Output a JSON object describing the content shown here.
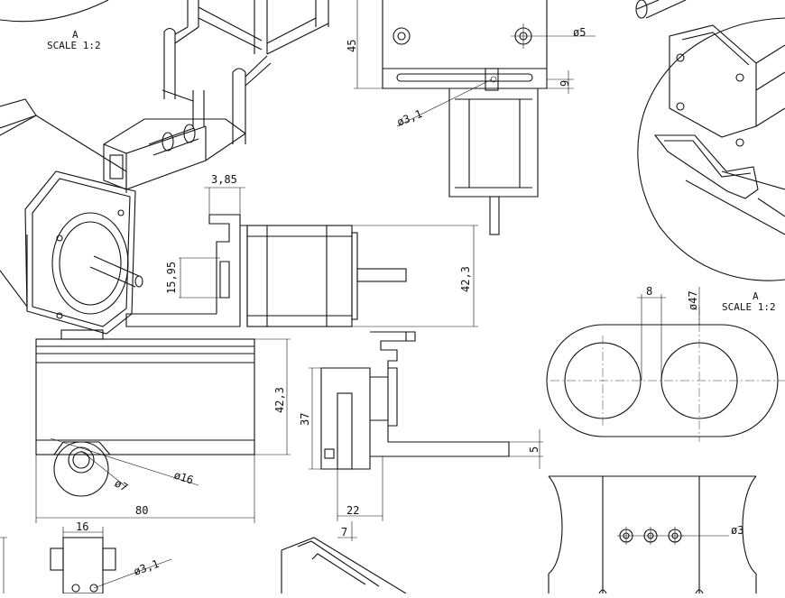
{
  "drawing": {
    "detail_label": "A",
    "detail_scale": "SCALE 1:2",
    "dimensions": {
      "d_45": "45",
      "d_o5": "ø5",
      "d_9": "9",
      "d_o31_top": "ø3,1",
      "d_385": "3,85",
      "d_1595": "15,95",
      "d_423_right": "42,3",
      "d_423_left": "42,3",
      "d_37": "37",
      "d_5": "5",
      "d_22": "22",
      "d_7": "7",
      "d_80": "80",
      "d_o7": "ø7",
      "d_o16": "ø16",
      "d_16": "16",
      "d_o31_bottom": "ø3,1",
      "d_8": "8",
      "d_o47": "ø47",
      "d_o3": "ø3"
    }
  }
}
